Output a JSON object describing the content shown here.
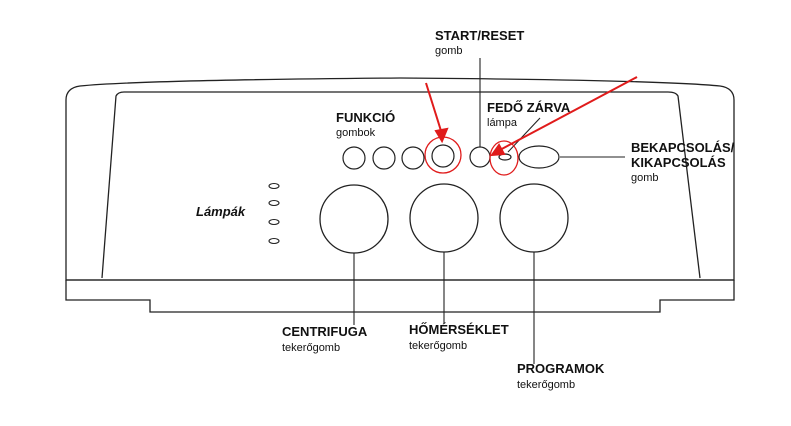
{
  "labels": {
    "start_reset": {
      "title": "START/RESET",
      "sub": "gomb"
    },
    "funkcio": {
      "title": "FUNKCIÓ",
      "sub": "gombok"
    },
    "fedo_zarva": {
      "title": "FEDŐ ZÁRVA",
      "sub": "lámpa"
    },
    "bekapcsolas": {
      "title_line1": "BEKAPCSOLÁS/",
      "title_line2": "KIKAPCSOLÁS",
      "sub": "gomb"
    },
    "lampak": "Lámpák",
    "centrifuga": {
      "title": "CENTRIFUGA",
      "sub": "tekerőgomb"
    },
    "homerseklet": {
      "title": "HŐMÉRSÉKLET",
      "sub": "tekerőgomb"
    },
    "programok": {
      "title": "PROGRAMOK",
      "sub": "tekerőgomb"
    }
  },
  "colors": {
    "line": "#222222",
    "highlight": "#e01b1b"
  }
}
